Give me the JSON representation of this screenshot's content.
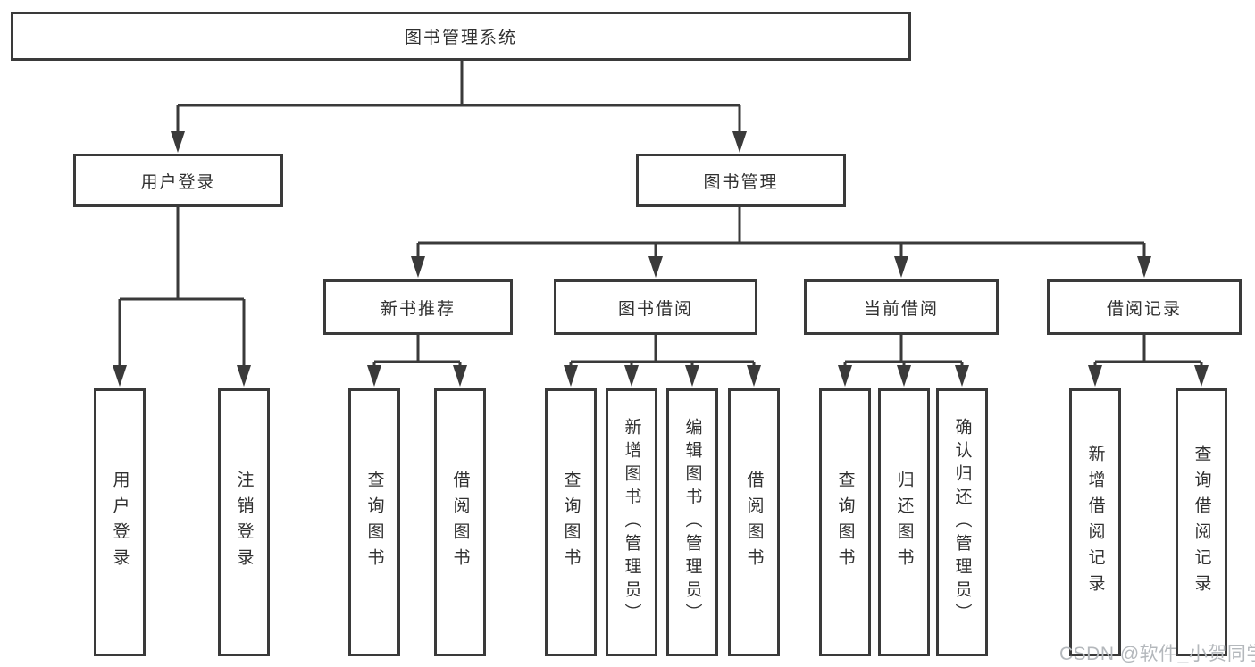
{
  "tree": {
    "label": "图书管理系统",
    "children": [
      {
        "label": "用户登录",
        "children": [
          {
            "label": "用户登录"
          },
          {
            "label": "注销登录"
          }
        ]
      },
      {
        "label": "图书管理",
        "children": [
          {
            "label": "新书推荐",
            "children": [
              {
                "label": "查询图书"
              },
              {
                "label": "借阅图书"
              }
            ]
          },
          {
            "label": "图书借阅",
            "children": [
              {
                "label": "查询图书"
              },
              {
                "label": "新增图书（管理员）"
              },
              {
                "label": "编辑图书（管理员）"
              },
              {
                "label": "借阅图书"
              }
            ]
          },
          {
            "label": "当前借阅",
            "children": [
              {
                "label": "查询图书"
              },
              {
                "label": "归还图书"
              },
              {
                "label": "确认归还（管理员）"
              }
            ]
          },
          {
            "label": "借阅记录",
            "children": [
              {
                "label": "新增借阅记录"
              },
              {
                "label": "查询借阅记录"
              }
            ]
          }
        ]
      }
    ]
  },
  "watermark": {
    "text": "CSDN @软件_小贺同学"
  },
  "colors": {
    "line": "#3a3a3a",
    "text": "#303030",
    "background": "#ffffff",
    "watermark": "#b4b8bc"
  }
}
